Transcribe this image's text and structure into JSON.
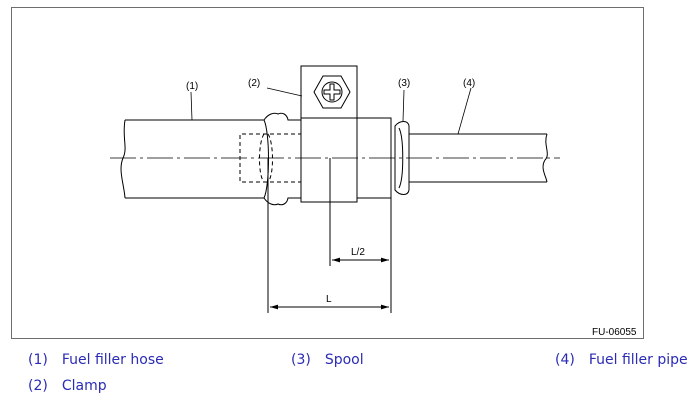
{
  "figure": {
    "callouts": [
      "(1)",
      "(2)",
      "(3)",
      "(4)"
    ],
    "dim_half": "L/2",
    "dim_full": "L",
    "code": "FU-06055"
  },
  "legend": [
    {
      "num": "(1)",
      "text": "Fuel filler hose"
    },
    {
      "num": "(2)",
      "text": "Clamp"
    },
    {
      "num": "(3)",
      "text": "Spool"
    },
    {
      "num": "(4)",
      "text": "Fuel filler pipe"
    }
  ],
  "colors": {
    "legend_text": "#2b2bb5",
    "frame": "#6e6e6e",
    "line": "#000000"
  }
}
